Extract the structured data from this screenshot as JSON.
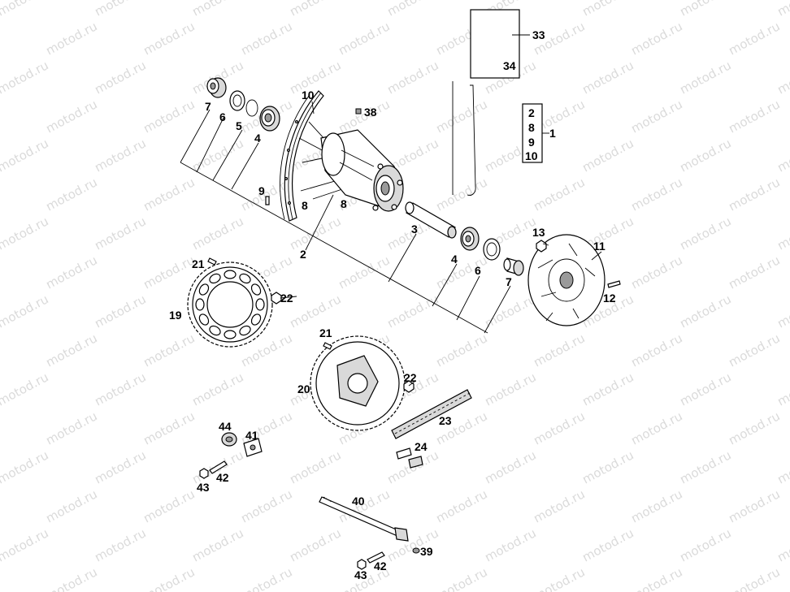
{
  "watermark": "motod.ru",
  "labels": [
    "1",
    "2",
    "3",
    "4",
    "5",
    "6",
    "7",
    "8",
    "9",
    "10",
    "11",
    "12",
    "13",
    "19",
    "20",
    "21",
    "22",
    "23",
    "24",
    "33",
    "34",
    "38",
    "39",
    "40",
    "41",
    "42",
    "43",
    "44"
  ],
  "kit_box": [
    "2",
    "8",
    "9",
    "10"
  ],
  "colors": {
    "line": "#000000",
    "watermark": "#bdbdbd",
    "background": "#ffffff"
  }
}
